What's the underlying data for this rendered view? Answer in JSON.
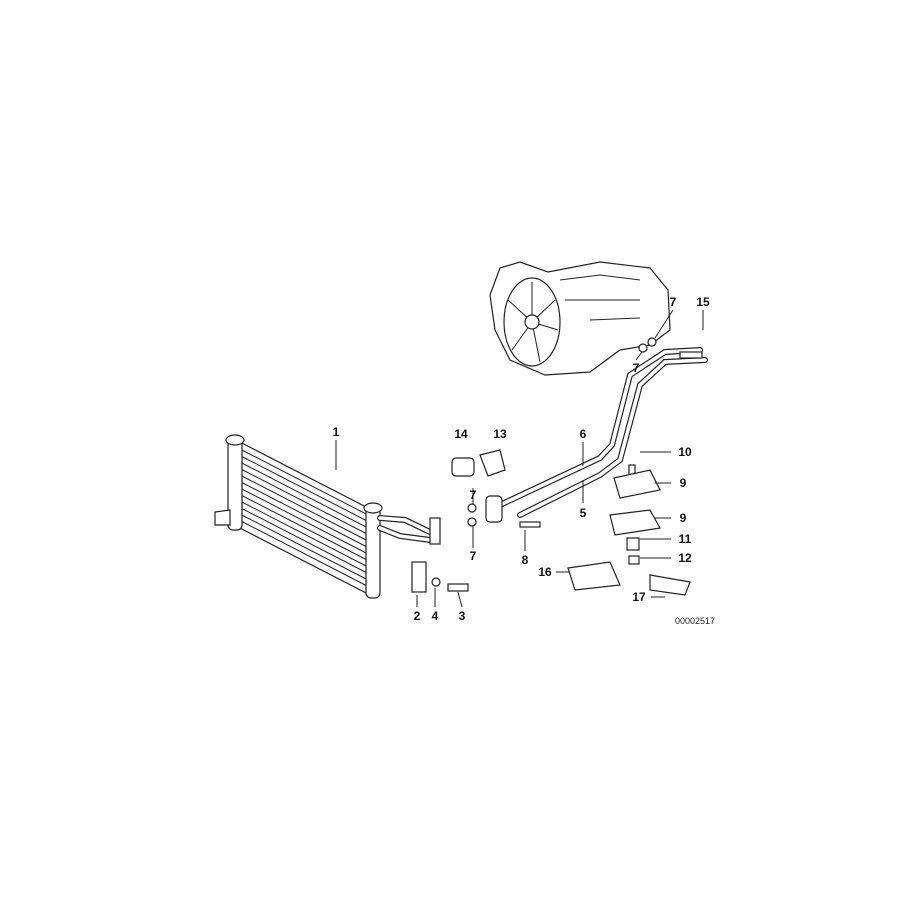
{
  "diagram": {
    "callouts": [
      "1",
      "2",
      "3",
      "4",
      "5",
      "6",
      "7",
      "8",
      "9",
      "10",
      "11",
      "12",
      "13",
      "14",
      "15",
      "16",
      "17"
    ],
    "diagram_id": "00002517"
  }
}
